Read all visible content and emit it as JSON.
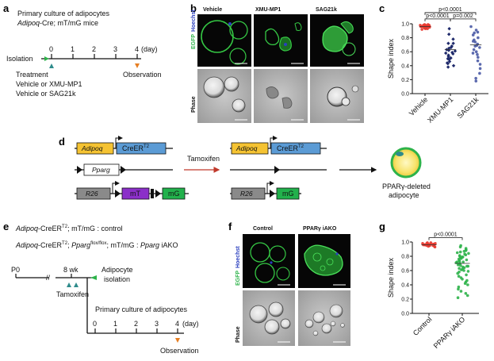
{
  "panels": {
    "a": {
      "letter": "a",
      "title_line1": "Primary culture of adipocytes",
      "title_line2_italic": "Adipoq",
      "title_line2_rest": "-Cre;  mT/mG mice",
      "isolation": "Isolation",
      "ticks": [
        "0",
        "1",
        "2",
        "3",
        "4"
      ],
      "day_unit": "(day)",
      "treatment": "Treatment",
      "treatment_options": [
        "Vehicle or XMU-MP1",
        "Vehicle or SAG21k"
      ],
      "observation": "Observation"
    },
    "b": {
      "letter": "b",
      "columns": [
        "Vehicle",
        "XMU-MP1",
        "SAG21k"
      ],
      "row_label_egfp": "EGFP",
      "row_label_hoechst": "Hoechst",
      "row_label_phase": "Phase"
    },
    "c": {
      "letter": "c",
      "pvalues": [
        "p<0.0001",
        "p<0.0001",
        "p=0.002"
      ]
    },
    "d": {
      "letter": "d",
      "adipoq": "Adipoq",
      "creer": "CreER",
      "creer_sup": "T2",
      "pparg": "Pparg",
      "r26": "R26",
      "mt": "mT",
      "mg": "mG",
      "tamoxifen": "Tamoxifen",
      "result_line1": "PPARγ-deleted",
      "result_line2": "adipocyte"
    },
    "e": {
      "letter": "e",
      "line1_gene": "Adipoq",
      "line1_creer": "-CreER",
      "line1_sup": "T2",
      "line1_rest": "; mT/mG : control",
      "line2_gene": "Adipoq",
      "line2_creer": "-CreER",
      "line2_sup": "T2",
      "line2_mid": "; ",
      "line2_pparg": "Pparg",
      "line2_flox": "flox/flox",
      "line2_rest": "; mT/mG : ",
      "line2_ko_gene": "Pparg",
      "line2_ko": " iAKO",
      "p0": "P0",
      "wk": "8 wk",
      "adipocyte_isolation_1": "Adipocyte",
      "adipocyte_isolation_2": "isolation",
      "tamoxifen": "Tamoxifen",
      "primary_culture": "Primary culture of adipocytes",
      "ticks": [
        "0",
        "1",
        "2",
        "3",
        "4"
      ],
      "day_unit": "(day)",
      "observation": "Observation"
    },
    "f": {
      "letter": "f",
      "columns": [
        "Control",
        "PPARγ iAKO"
      ],
      "row_label_egfp": "EGFP",
      "row_label_hoechst": "Hoechst",
      "row_label_phase": "Phase"
    },
    "g": {
      "letter": "g",
      "pvalues": [
        "p<0.0001"
      ]
    }
  },
  "colors": {
    "red": "#e8392f",
    "navy": "#1f2a6b",
    "slate": "#4a5aa5",
    "green": "#2db34a",
    "adipoq": "#f5c332",
    "creer": "#5b9bd5",
    "mt": "#8b2fc9",
    "mg": "#22b14c",
    "tamoxifen": "#c0392b",
    "teal": "#2e8b8b",
    "orange": "#e67e22"
  },
  "chart_data": [
    {
      "type": "scatter",
      "panel": "c",
      "categories": [
        "Vehicle",
        "XMU-MP1",
        "SAG21k"
      ],
      "ylabel": "Shape index",
      "ylim": [
        0,
        1.0
      ],
      "yticks": [
        "0.0",
        "0.2",
        "0.4",
        "0.6",
        "0.8",
        "1.0"
      ],
      "series": [
        {
          "values": [
            0.98,
            0.97,
            0.96,
            0.95,
            0.97,
            0.99,
            0.94,
            0.96,
            0.98,
            0.93,
            0.95,
            0.97,
            0.92,
            0.96,
            0.99,
            0.94,
            0.98,
            0.95,
            0.97,
            0.96,
            0.93,
            0.98,
            0.95,
            0.97
          ],
          "mean": 0.96
        },
        {
          "values": [
            0.93,
            0.85,
            0.78,
            0.72,
            0.68,
            0.65,
            0.63,
            0.61,
            0.59,
            0.57,
            0.55,
            0.53,
            0.51,
            0.49,
            0.46,
            0.43,
            0.4,
            0.38,
            0.72,
            0.66,
            0.58,
            0.62,
            0.5,
            0.44
          ],
          "mean": 0.63
        },
        {
          "values": [
            0.96,
            0.91,
            0.87,
            0.84,
            0.8,
            0.77,
            0.74,
            0.71,
            0.69,
            0.66,
            0.63,
            0.6,
            0.56,
            0.52,
            0.47,
            0.42,
            0.36,
            0.29,
            0.22,
            0.18,
            0.88,
            0.75,
            0.68,
            0.58
          ],
          "mean": 0.7
        }
      ]
    },
    {
      "type": "scatter",
      "panel": "g",
      "categories": [
        "Control",
        "PPARγ iAKO"
      ],
      "ylabel": "Shape index",
      "ylim": [
        0,
        1.0
      ],
      "yticks": [
        "0.0",
        "0.2",
        "0.4",
        "0.6",
        "0.8",
        "1.0"
      ],
      "series": [
        {
          "values": [
            0.98,
            0.97,
            0.96,
            0.95,
            0.99,
            0.94,
            0.97,
            0.96,
            0.98,
            0.95,
            0.93,
            0.97,
            0.96,
            0.98,
            0.95,
            0.97,
            0.94,
            0.96,
            0.99,
            0.95
          ],
          "mean": 0.96
        },
        {
          "values": [
            0.95,
            0.93,
            0.91,
            0.89,
            0.87,
            0.86,
            0.85,
            0.84,
            0.83,
            0.82,
            0.81,
            0.8,
            0.79,
            0.78,
            0.77,
            0.76,
            0.75,
            0.74,
            0.73,
            0.72,
            0.71,
            0.7,
            0.69,
            0.68,
            0.67,
            0.66,
            0.65,
            0.64,
            0.63,
            0.62,
            0.61,
            0.6,
            0.58,
            0.56,
            0.54,
            0.52,
            0.5,
            0.48,
            0.46,
            0.44,
            0.42,
            0.4,
            0.37,
            0.34,
            0.31,
            0.28,
            0.25,
            0.22,
            0.88,
            0.79,
            0.72,
            0.66,
            0.59
          ],
          "mean": 0.7
        }
      ]
    }
  ]
}
